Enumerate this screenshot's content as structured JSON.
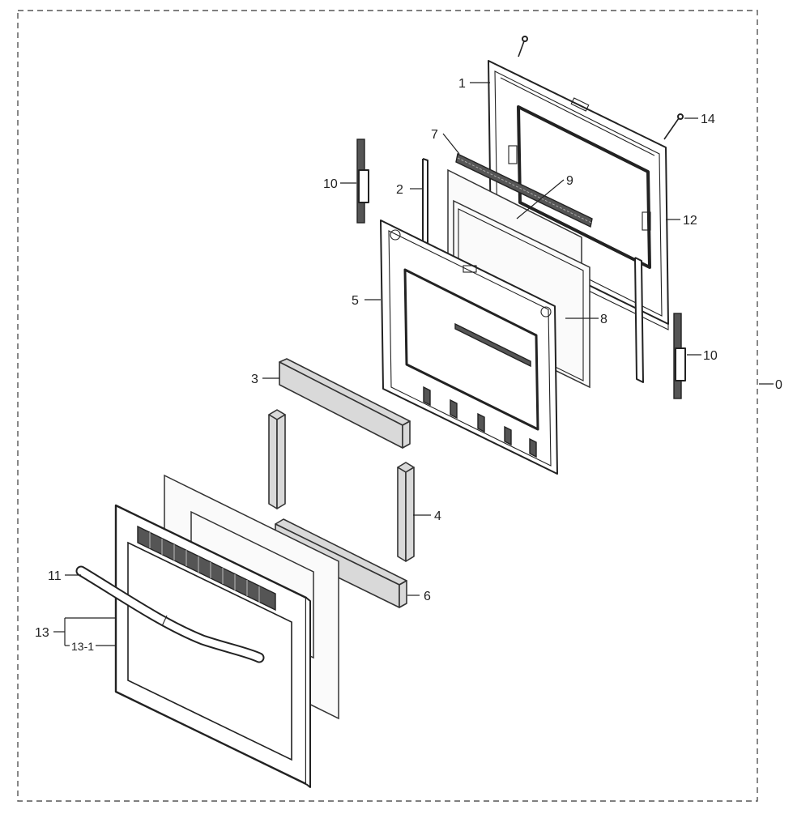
{
  "diagram": {
    "callouts": {
      "p1": "1",
      "p2": "2",
      "p3": "3",
      "p4": "4",
      "p5": "5",
      "p6": "6",
      "p7": "7",
      "p8": "8",
      "p9": "9",
      "p10a": "10",
      "p10b": "10",
      "p11": "11",
      "p12": "12",
      "p13": "13",
      "p13_1": "13-1",
      "p14": "14",
      "p0": "0"
    },
    "colors": {
      "line": "#222222",
      "border_dash": "#555555",
      "insulation": "#d9d9d9",
      "background": "#ffffff"
    }
  }
}
